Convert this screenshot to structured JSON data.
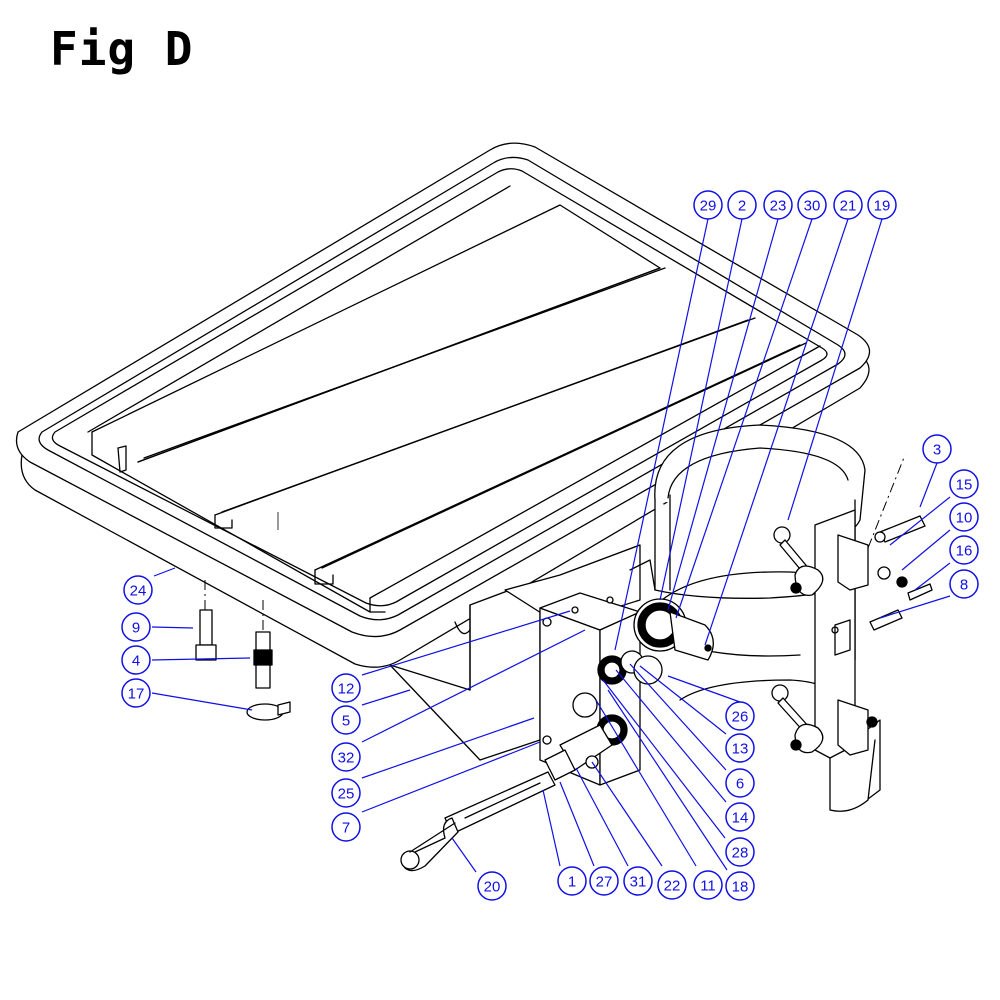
{
  "title": "Fig D",
  "callouts": [
    {
      "num": "29"
    },
    {
      "num": "2"
    },
    {
      "num": "23"
    },
    {
      "num": "30"
    },
    {
      "num": "21"
    },
    {
      "num": "19"
    },
    {
      "num": "3"
    },
    {
      "num": "15"
    },
    {
      "num": "10"
    },
    {
      "num": "16"
    },
    {
      "num": "8"
    },
    {
      "num": "24"
    },
    {
      "num": "9"
    },
    {
      "num": "4"
    },
    {
      "num": "17"
    },
    {
      "num": "12"
    },
    {
      "num": "5"
    },
    {
      "num": "32"
    },
    {
      "num": "25"
    },
    {
      "num": "7"
    },
    {
      "num": "26"
    },
    {
      "num": "13"
    },
    {
      "num": "6"
    },
    {
      "num": "14"
    },
    {
      "num": "28"
    },
    {
      "num": "18"
    },
    {
      "num": "20"
    },
    {
      "num": "1"
    },
    {
      "num": "27"
    },
    {
      "num": "31"
    },
    {
      "num": "22"
    },
    {
      "num": "11"
    }
  ],
  "colors": {
    "callout": "#1010e6",
    "line": "#000000"
  }
}
